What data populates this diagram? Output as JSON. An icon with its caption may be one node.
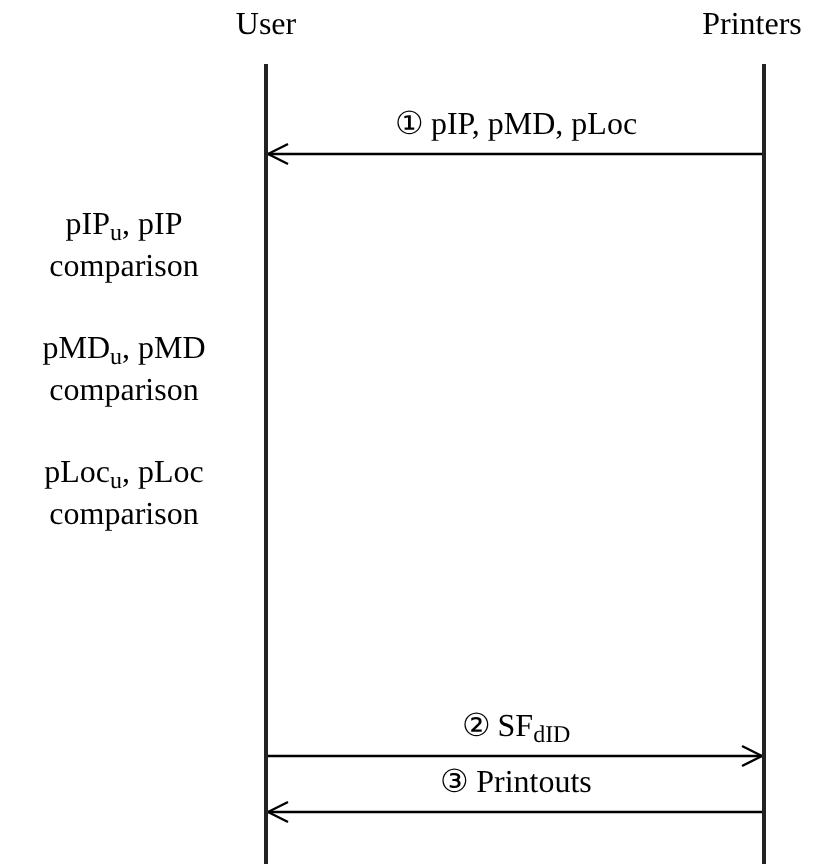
{
  "diagram": {
    "nodes": [
      {
        "text": [
          "User"
        ]
      },
      {
        "text": [
          "Printers"
        ]
      },
      {
        "text": [],
        "shape": "bar"
      },
      {
        "text": [],
        "shape": "bar"
      }
    ],
    "edges": [
      {
        "from": 3,
        "to": 2,
        "arrow": "to",
        "label": "① pIP, pMD, pLoc"
      },
      {
        "from": 2,
        "to": 3,
        "arrow": "to",
        "label": "② SF$_{dID}$"
      },
      {
        "from": 3,
        "to": 2,
        "arrow": "to",
        "label": "③ Printouts"
      }
    ],
    "labels": [
      "pIP$_{u}$, pIP comparison",
      "pMD$_{u}$, pMD comparison",
      "pLoc$_{u}$, pLoc comparison"
    ]
  }
}
